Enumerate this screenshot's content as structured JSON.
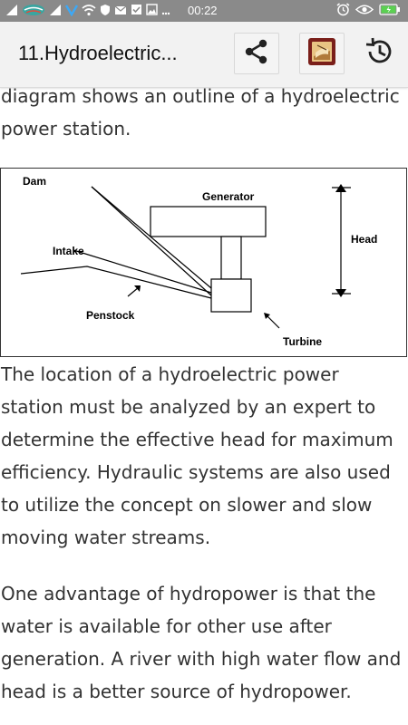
{
  "status_bar": {
    "time": "00:22",
    "left_icons": [
      "signal-icon",
      "carrier-icon",
      "signal-icon",
      "notification-icon",
      "wifi-icon",
      "shield-icon",
      "mail-icon",
      "checkbox-icon",
      "image-icon",
      "more-dots-icon"
    ],
    "right_icons": [
      "alarm-icon",
      "eye-icon",
      "battery-icon"
    ]
  },
  "app_bar": {
    "title": "11.Hydroelectric...",
    "share_icon": "share-icon",
    "book_icon": "book-icon",
    "history_icon": "history-icon"
  },
  "content": {
    "para_top": [
      "diagram shows an outline of a hydroelectric",
      "power station."
    ],
    "diagram_labels": {
      "dam": "Dam",
      "generator": "Generator",
      "head": "Head",
      "intake": "Intake",
      "penstock": "Penstock",
      "turbine": "Turbine"
    },
    "para_2": [
      "The location of a hydroelectric power",
      "station must be analyzed by an expert to",
      "determine the effective head for maximum",
      "efficiency. Hydraulic systems are also used",
      "to utilize the concept on slower and slow",
      "moving water streams."
    ],
    "para_3": [
      "One advantage of hydropower is that the",
      "water is available for other use after",
      "generation. A river with high water flow and",
      "head is a better source of hydropower."
    ]
  }
}
